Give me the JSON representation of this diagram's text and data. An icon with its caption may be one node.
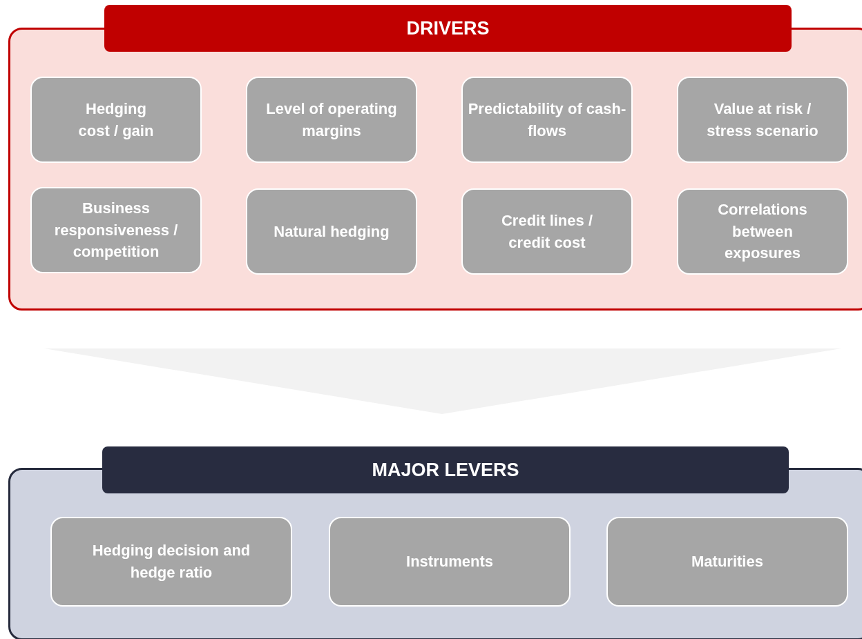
{
  "diagram": {
    "nodes": [
      {
        "text": [
          "DRIVERS"
        ]
      },
      {
        "text": [
          "Hedging cost / gain"
        ],
        "in": 0
      },
      {
        "text": [
          "Level of operating margins"
        ],
        "in": 0
      },
      {
        "text": [
          "Predictability of cash-flows"
        ],
        "in": 0
      },
      {
        "text": [
          "Value at risk / stress scenario"
        ],
        "in": 0
      },
      {
        "text": [
          "Business responsiveness / competition"
        ],
        "in": 0
      },
      {
        "text": [
          "Natural hedging"
        ],
        "in": 0
      },
      {
        "text": [
          "Credit lines / credit cost"
        ],
        "in": 0
      },
      {
        "text": [
          "Correlations between exposures"
        ],
        "in": 0
      },
      {
        "text": [
          "MAJOR LEVERS"
        ]
      },
      {
        "text": [
          "Hedging decision and hedge ratio"
        ],
        "in": 9
      },
      {
        "text": [
          "Instruments"
        ],
        "in": 9
      },
      {
        "text": [
          "Maturities"
        ],
        "in": 9
      }
    ],
    "edges": [
      {
        "from": 0,
        "to": 9,
        "arrow": "to"
      }
    ]
  }
}
